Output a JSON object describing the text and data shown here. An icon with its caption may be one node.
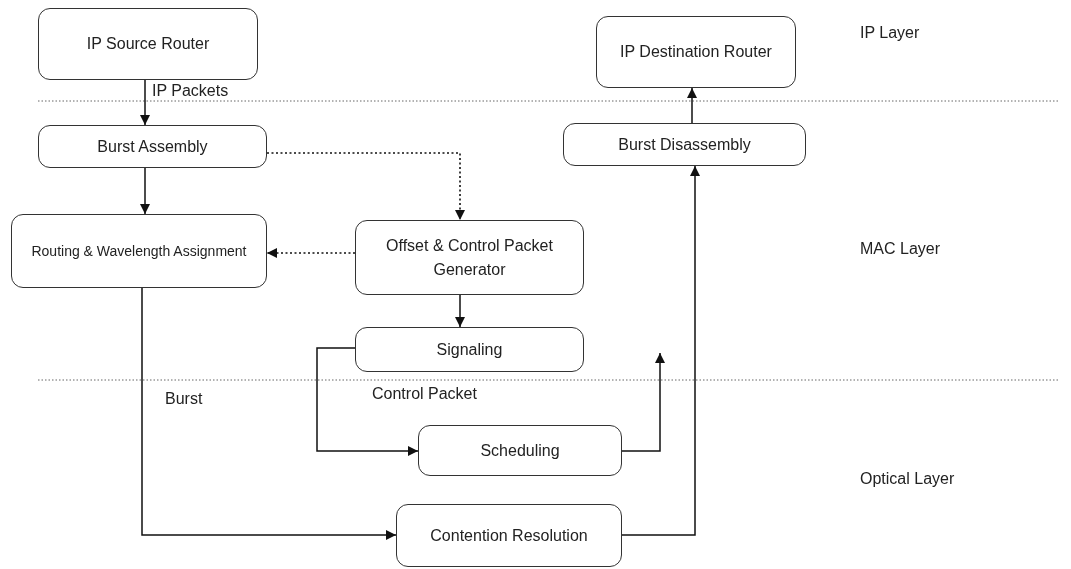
{
  "diagram": {
    "nodes": [
      {
        "text": [
          "IP Source Router"
        ]
      },
      {
        "text": [
          "IP Destination Router"
        ]
      },
      {
        "text": [
          "Burst Assembly"
        ]
      },
      {
        "text": [
          "Burst Disassembly"
        ]
      },
      {
        "text": [
          "Routing & Wavelength Assignment"
        ]
      },
      {
        "text": [
          "Offset & Control Packet Generator"
        ]
      },
      {
        "text": [
          "Signaling"
        ]
      },
      {
        "text": [
          "Scheduling"
        ]
      },
      {
        "text": [
          "Contention Resolution"
        ]
      }
    ],
    "edges": [
      {
        "from": 0,
        "to": 2,
        "arrow": "to"
      },
      {
        "from": 2,
        "to": 4,
        "arrow": "to"
      },
      {
        "from": 2,
        "to": 5,
        "arrow": "to",
        "style": "dashed"
      },
      {
        "from": 5,
        "to": 4,
        "arrow": "to",
        "style": "dashed"
      },
      {
        "from": 5,
        "to": 6,
        "arrow": "to"
      },
      {
        "from": 6,
        "to": 7,
        "arrow": "to"
      },
      {
        "from": 7,
        "to": null,
        "arrow": "to"
      },
      {
        "from": 4,
        "to": 8,
        "arrow": "to"
      },
      {
        "from": 8,
        "to": 3,
        "arrow": "to"
      },
      {
        "from": 3,
        "to": 1,
        "arrow": "to"
      }
    ],
    "labels": [
      "IP Layer",
      "IP Packets",
      "MAC Layer",
      "Burst",
      "Control Packet",
      "Optical Layer"
    ]
  }
}
